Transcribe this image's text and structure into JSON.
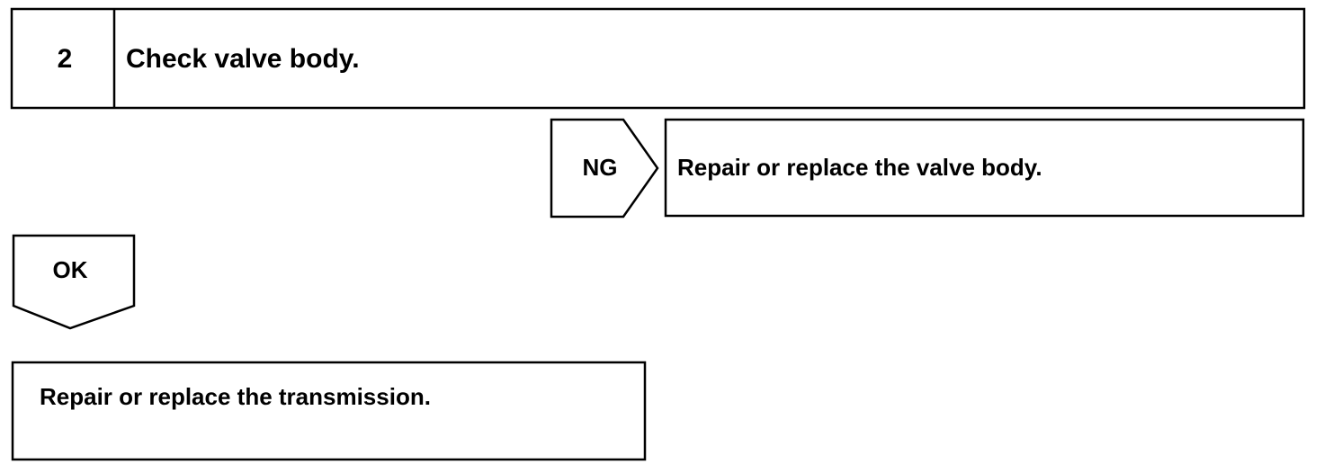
{
  "step": {
    "number": "2",
    "title": "Check valve body."
  },
  "ng_branch": {
    "label": "NG",
    "action": "Repair or replace the valve body."
  },
  "ok_branch": {
    "label": "OK",
    "action": "Repair or replace the transmission."
  },
  "colors": {
    "line": "#000000",
    "background": "#ffffff",
    "text": "#000000"
  }
}
